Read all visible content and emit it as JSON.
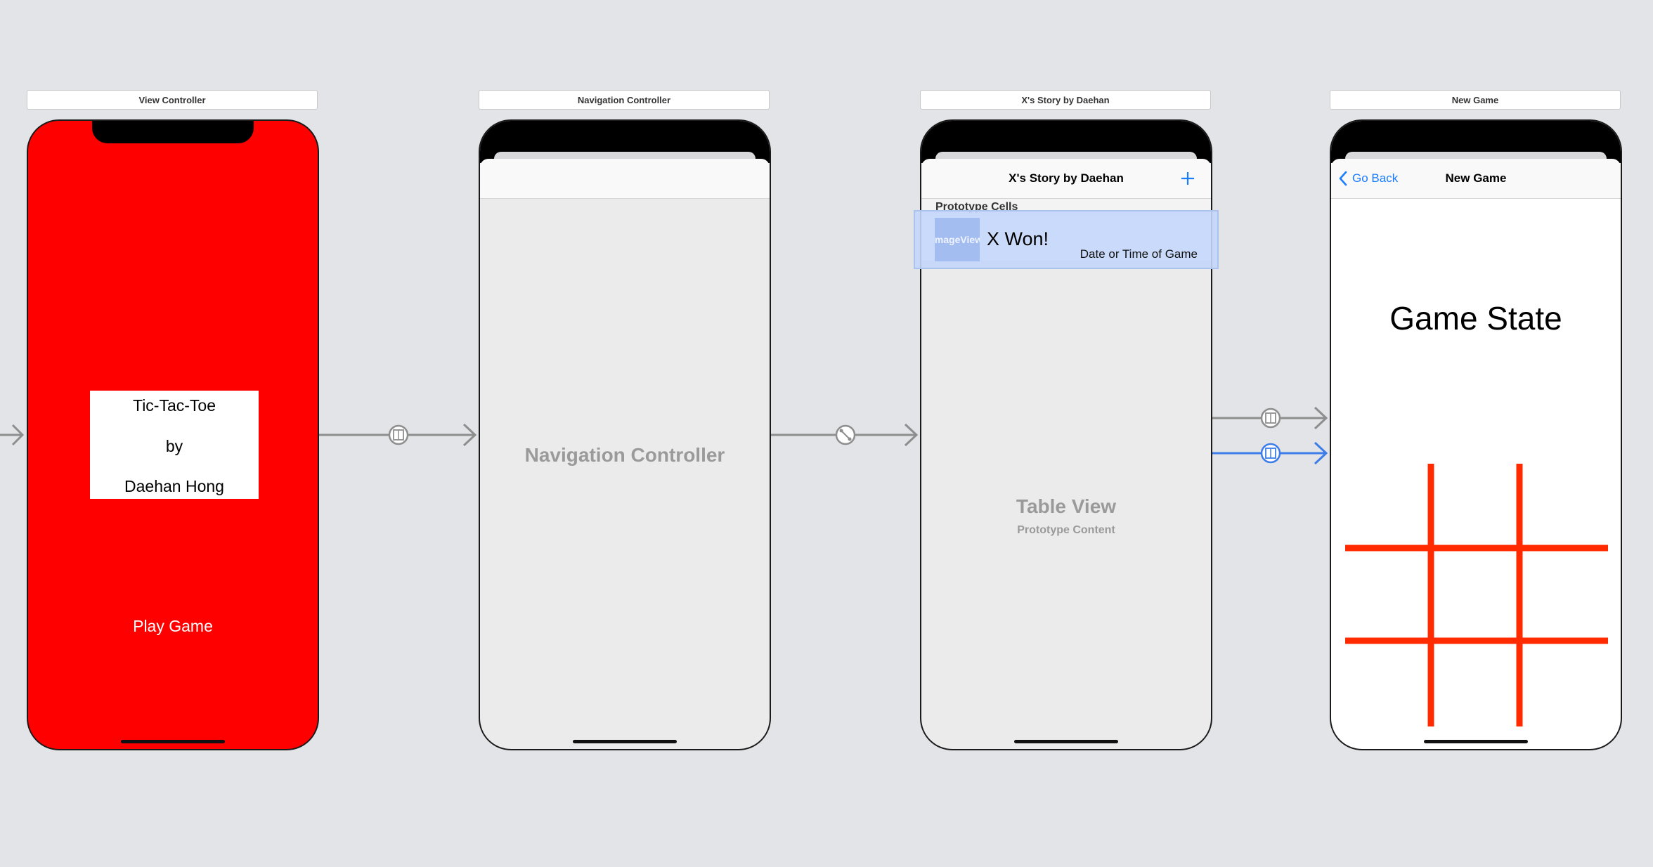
{
  "scenes": {
    "view_controller": {
      "label": "View Controller",
      "title_line1": "Tic-Tac-Toe",
      "title_line2": "by",
      "title_line3": "Daehan Hong",
      "play_button": "Play Game",
      "background_color": "#ff0000"
    },
    "navigation_controller": {
      "label": "Navigation Controller",
      "placeholder": "Navigation Controller"
    },
    "story": {
      "label": "X's Story by Daehan",
      "nav_title": "X's Story by Daehan",
      "add_icon": "plus-icon",
      "section_header": "Prototype Cells",
      "cell": {
        "image_placeholder": "ImageView",
        "title": "X Won!",
        "subtitle": "Date or Time of Game"
      },
      "table_placeholder": "Table View",
      "table_placeholder_sub": "Prototype Content"
    },
    "new_game": {
      "label": "New Game",
      "back_label": "Go Back",
      "nav_title": "New Game",
      "status": "Game State",
      "grid_color": "#ff2a00"
    }
  },
  "colors": {
    "canvas": "#e3e4e8",
    "accent": "#1a7cff",
    "segue": "#8e8e8e",
    "selected_segue": "#3d7de8"
  }
}
